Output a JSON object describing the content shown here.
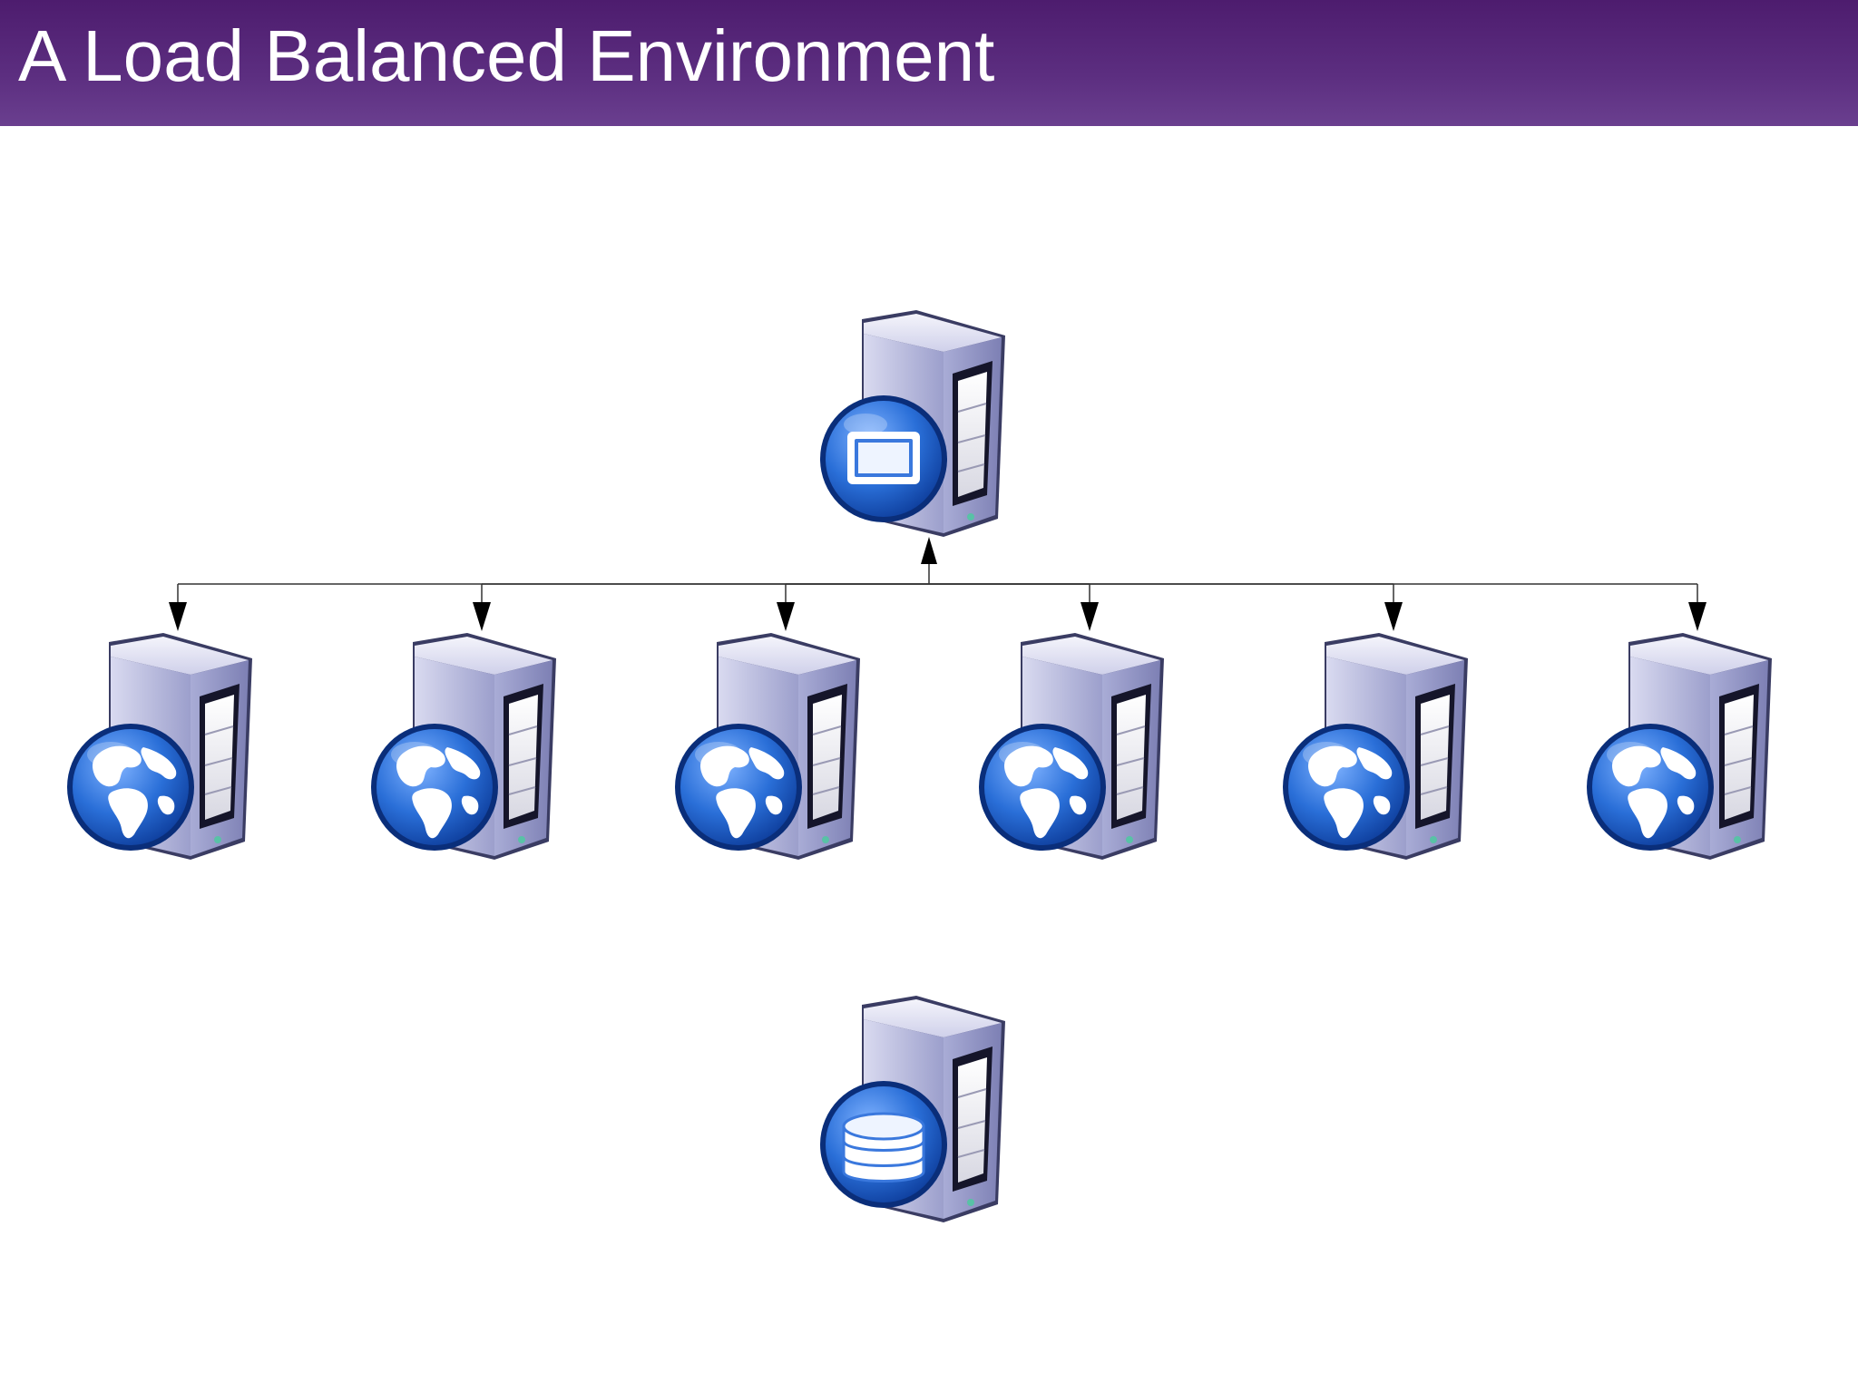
{
  "slide": {
    "title": "A Load Balanced Environment"
  },
  "diagram": {
    "nodes": [
      {
        "id": "load-balancer",
        "role": "load balancer",
        "icon": "window-badge-icon",
        "tier": "top"
      },
      {
        "id": "web-server-1",
        "role": "web server",
        "icon": "globe-badge-icon",
        "tier": "middle"
      },
      {
        "id": "web-server-2",
        "role": "web server",
        "icon": "globe-badge-icon",
        "tier": "middle"
      },
      {
        "id": "web-server-3",
        "role": "web server",
        "icon": "globe-badge-icon",
        "tier": "middle"
      },
      {
        "id": "web-server-4",
        "role": "web server",
        "icon": "globe-badge-icon",
        "tier": "middle"
      },
      {
        "id": "web-server-5",
        "role": "web server",
        "icon": "globe-badge-icon",
        "tier": "middle"
      },
      {
        "id": "web-server-6",
        "role": "web server",
        "icon": "globe-badge-icon",
        "tier": "middle"
      },
      {
        "id": "database-server",
        "role": "database server",
        "icon": "database-badge-icon",
        "tier": "bottom"
      }
    ],
    "edges": [
      {
        "from": "load-balancer",
        "to": "web-server-1"
      },
      {
        "from": "load-balancer",
        "to": "web-server-2"
      },
      {
        "from": "load-balancer",
        "to": "web-server-3"
      },
      {
        "from": "load-balancer",
        "to": "web-server-4"
      },
      {
        "from": "load-balancer",
        "to": "web-server-5"
      },
      {
        "from": "load-balancer",
        "to": "web-server-6"
      }
    ],
    "colors": {
      "title_bar": "#4d1c6e",
      "server_body": "#b6b8dc",
      "badge_blue": "#1f5fc8",
      "connector": "#333333"
    }
  }
}
